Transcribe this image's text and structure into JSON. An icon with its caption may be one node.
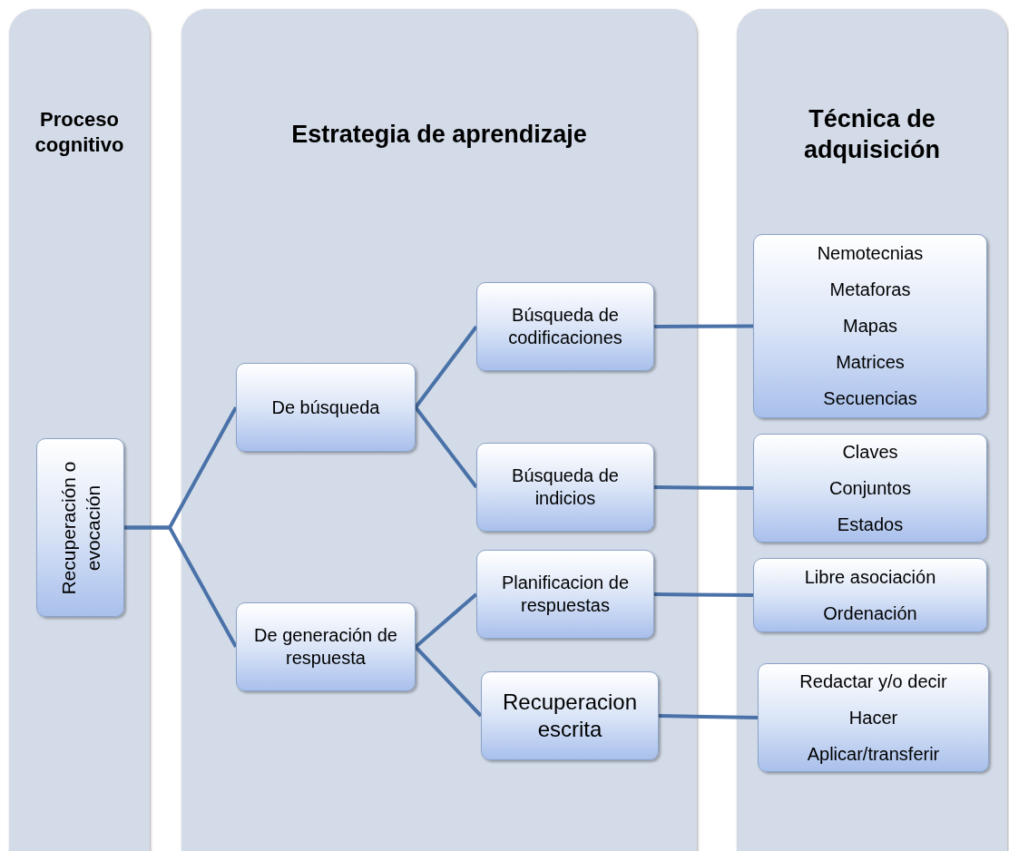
{
  "diagram": {
    "nodes": [
      {
        "text": [
          "Proceso cognitivo"
        ]
      },
      {
        "text": [
          "Estrategia de aprendizaje"
        ]
      },
      {
        "text": [
          "Técnica de adquisición"
        ]
      },
      {
        "text": [
          "Recuperación o evocación"
        ],
        "in": 0
      },
      {
        "text": [
          "De búsqueda"
        ],
        "in": 1
      },
      {
        "text": [
          "De generación de respuesta"
        ],
        "in": 1
      },
      {
        "text": [
          "Búsqueda de codificaciones"
        ],
        "in": 1
      },
      {
        "text": [
          "Búsqueda de indicios"
        ],
        "in": 1
      },
      {
        "text": [
          "Planificacion de respuestas"
        ],
        "in": 1
      },
      {
        "text": [
          "Recuperacion escrita"
        ],
        "in": 1
      },
      {
        "text": [
          "Nemotecnias",
          "Metaforas",
          "Mapas",
          "Matrices",
          "Secuencias"
        ],
        "in": 2
      },
      {
        "text": [
          "Claves",
          "Conjuntos",
          "Estados"
        ],
        "in": 2
      },
      {
        "text": [
          "Libre asociación",
          "Ordenación"
        ],
        "in": 2
      },
      {
        "text": [
          "Redactar y/o decir",
          "Hacer",
          "Aplicar/transferir"
        ],
        "in": 2
      }
    ],
    "edges": [
      {
        "from": 3,
        "to": 4,
        "arrow": "none"
      },
      {
        "from": 3,
        "to": 5,
        "arrow": "none"
      },
      {
        "from": 4,
        "to": 6,
        "arrow": "none"
      },
      {
        "from": 4,
        "to": 7,
        "arrow": "none"
      },
      {
        "from": 5,
        "to": 8,
        "arrow": "none"
      },
      {
        "from": 5,
        "to": 9,
        "arrow": "none"
      },
      {
        "from": 6,
        "to": 10,
        "arrow": "none"
      },
      {
        "from": 7,
        "to": 11,
        "arrow": "none"
      },
      {
        "from": 8,
        "to": 12,
        "arrow": "none"
      },
      {
        "from": 9,
        "to": 13,
        "arrow": "none"
      }
    ]
  }
}
